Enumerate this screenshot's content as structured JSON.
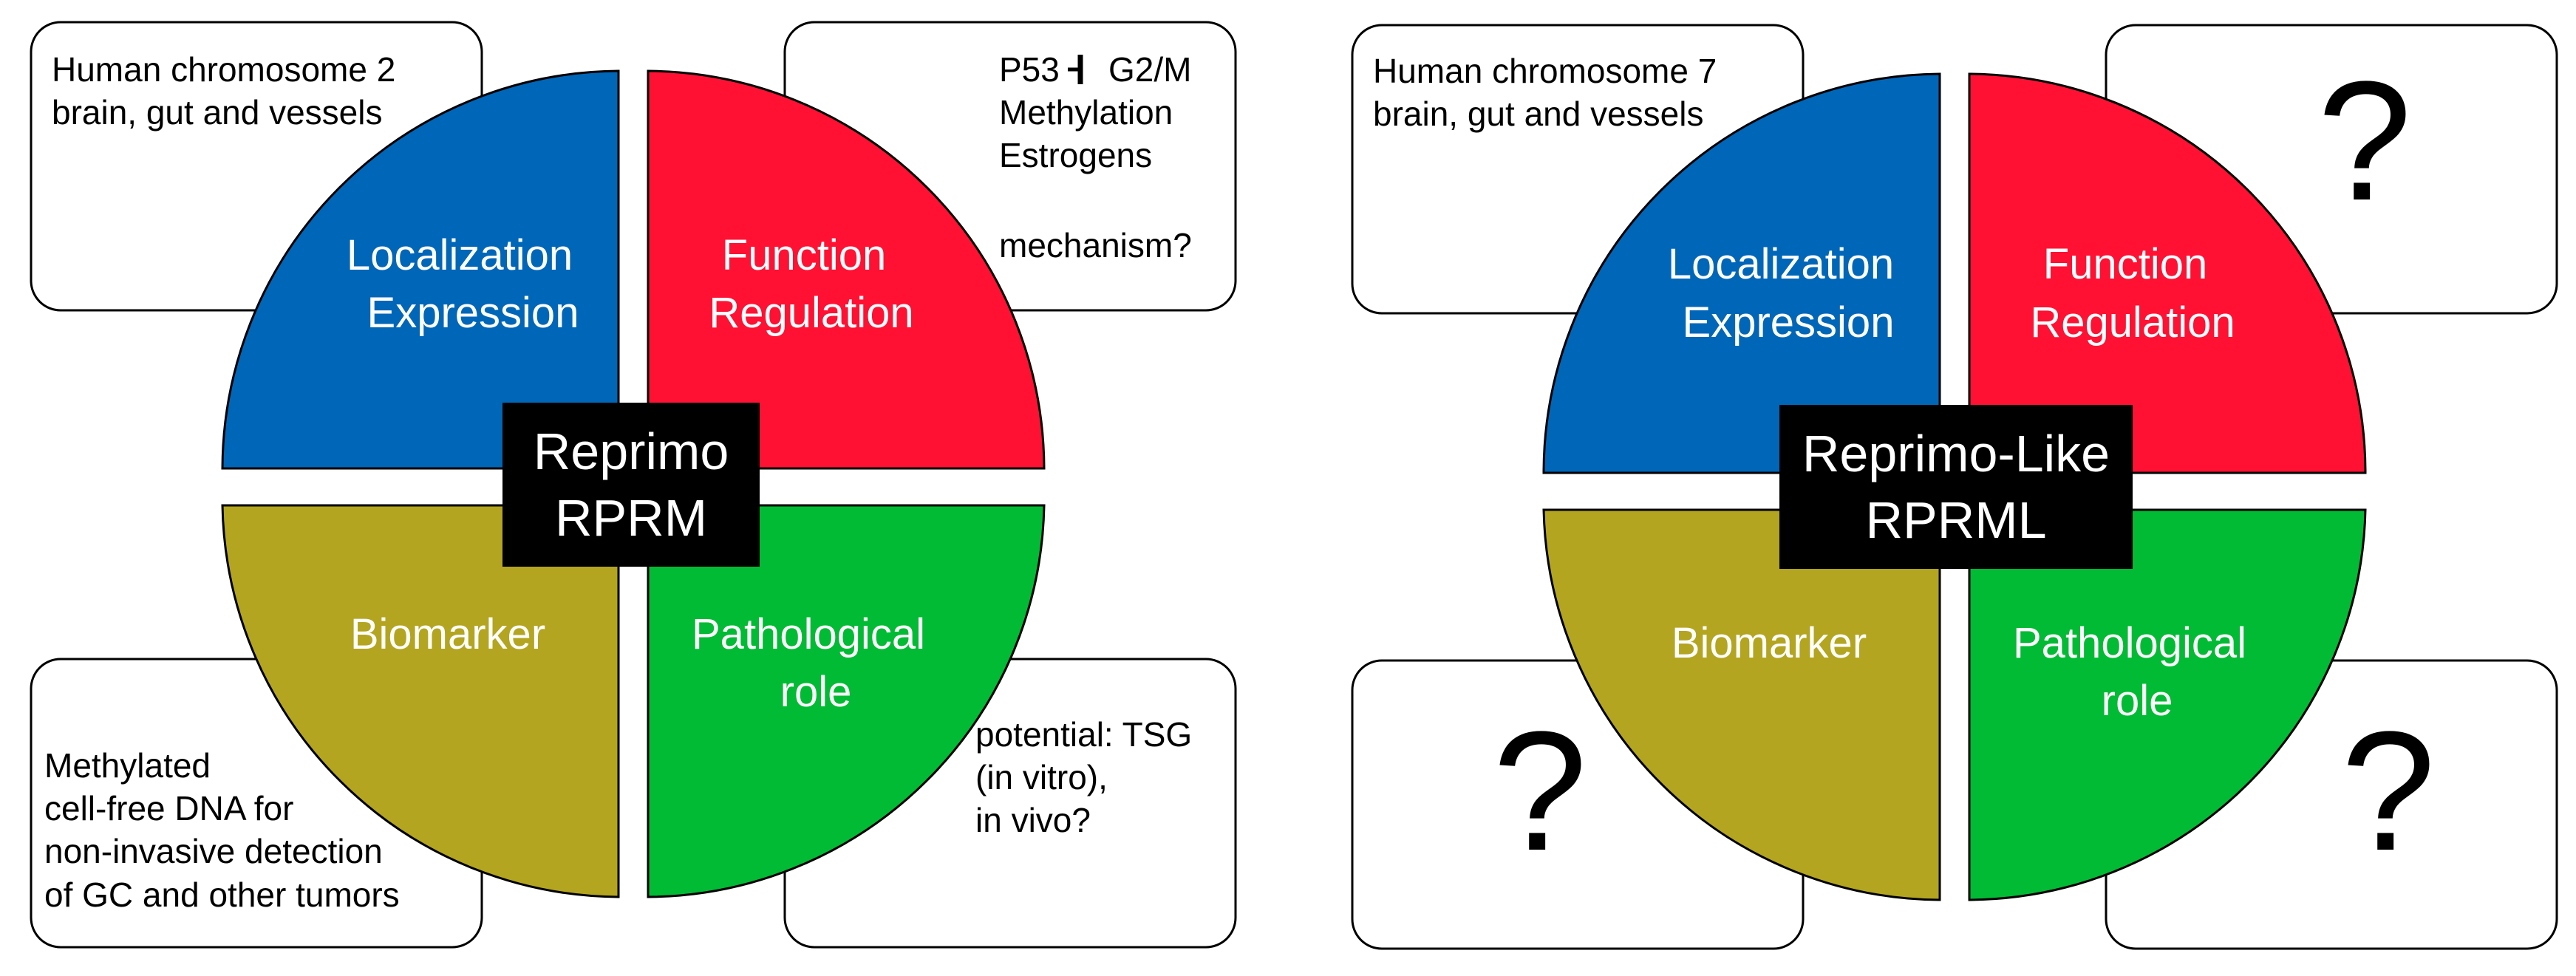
{
  "colors": {
    "localization": "#0066b8",
    "function": "#ff1133",
    "biomarker": "#b3a51f",
    "pathological": "#00bb33",
    "center_box": "#000000"
  },
  "left": {
    "center": {
      "line1": "Reprimo",
      "line2": "RPRM"
    },
    "quadrants": {
      "localization": {
        "line1": "Localization",
        "line2": "Expression"
      },
      "function": {
        "line1": "Function",
        "line2": "Regulation"
      },
      "biomarker": {
        "line1": "Biomarker"
      },
      "pathological": {
        "line1": "Pathological",
        "line2": "role"
      }
    },
    "boxes": {
      "top_left": [
        "Human chromosome 2",
        "brain, gut and vessels"
      ],
      "top_right": {
        "p53": "P53",
        "g2m": "G2/M",
        "line2": "Methylation",
        "line3": "Estrogens",
        "line4": "mechanism?"
      },
      "bottom_left": [
        "Methylated",
        "cell-free DNA for",
        "non-invasive detection",
        "of GC and other tumors"
      ],
      "bottom_right": [
        "potential: TSG",
        "(in vitro),",
        "in vivo?"
      ]
    }
  },
  "right": {
    "center": {
      "line1": "Reprimo-Like",
      "line2": "RPRML"
    },
    "quadrants": {
      "localization": {
        "line1": "Localization",
        "line2": "Expression"
      },
      "function": {
        "line1": "Function",
        "line2": "Regulation"
      },
      "biomarker": {
        "line1": "Biomarker"
      },
      "pathological": {
        "line1": "Pathological",
        "line2": "role"
      }
    },
    "boxes": {
      "top_left": [
        "Human chromosome 7",
        "brain, gut and vessels"
      ],
      "top_right": "?",
      "bottom_left": "?",
      "bottom_right": "?"
    }
  }
}
